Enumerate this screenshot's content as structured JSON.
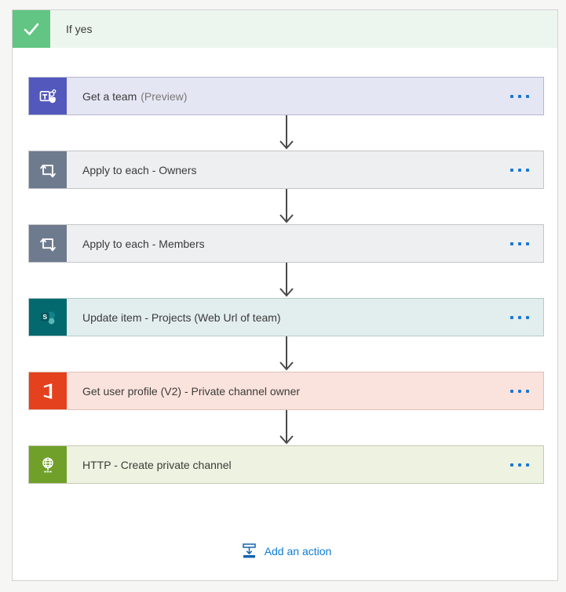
{
  "branch_header": {
    "label": "If yes",
    "icon": "checkmark-icon",
    "check_bg_color": "#63c584",
    "bar_bg_color": "#edf6ee"
  },
  "actions": [
    {
      "label": "Get a team",
      "suffix": "(Preview)",
      "icon": "teams-icon",
      "icon_color": "#5358bd",
      "row_color": "#e5e6f4",
      "menu_icon": "ellipsis-icon"
    },
    {
      "label": "Apply to each - Owners",
      "icon": "loop-icon",
      "icon_color": "#6e7b8e",
      "row_color": "#edeff1",
      "menu_icon": "ellipsis-icon"
    },
    {
      "label": "Apply to each - Members",
      "icon": "loop-icon",
      "icon_color": "#6e7b8e",
      "row_color": "#edeff1",
      "menu_icon": "ellipsis-icon"
    },
    {
      "label": "Update item - Projects (Web Url of team)",
      "icon": "sharepoint-icon",
      "icon_color": "#03696e",
      "row_color": "#e2eded",
      "menu_icon": "ellipsis-icon"
    },
    {
      "label": "Get user profile (V2) - Private channel owner",
      "icon": "office365-icon",
      "icon_color": "#e4411e",
      "row_color": "#fbe3dd",
      "menu_icon": "ellipsis-icon"
    },
    {
      "label": "HTTP - Create private channel",
      "icon": "globe-icon",
      "icon_color": "#70a02a",
      "row_color": "#eef2e1",
      "menu_icon": "ellipsis-icon"
    }
  ],
  "footer": {
    "add_action_label": "Add an action",
    "add_action_icon": "insert-step-icon",
    "link_color": "#0d7cd6"
  },
  "connector": {
    "icon": "arrow-down-icon",
    "color": "#4a4a4a"
  },
  "ellipsis_color": "#1878d4"
}
